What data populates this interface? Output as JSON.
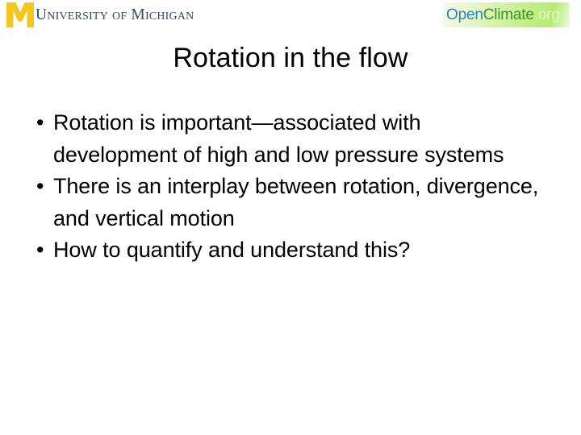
{
  "slide": {
    "title": "Rotation in the flow",
    "background_color": "#ffffff",
    "text_color": "#000000"
  },
  "header": {
    "university_logo": {
      "monogram": "M",
      "monogram_color": "#f3c620",
      "wordmark": "University of Michigan",
      "wordmark_color": "#2f4a73"
    },
    "partner_logo": {
      "part_open": "Open",
      "part_climate": "Climate",
      "part_org": ".org",
      "open_color": "#2f7fbf",
      "climate_color": "#3e8d2f",
      "org_color": "#e3f6c8",
      "background_color": "#b6ec72"
    }
  },
  "body": {
    "bullet_marker": "•",
    "bullets": [
      "Rotation is important—associated with development of high and low pressure systems",
      "There is an interplay between rotation, divergence, and vertical motion",
      "How to quantify and understand this?"
    ]
  }
}
